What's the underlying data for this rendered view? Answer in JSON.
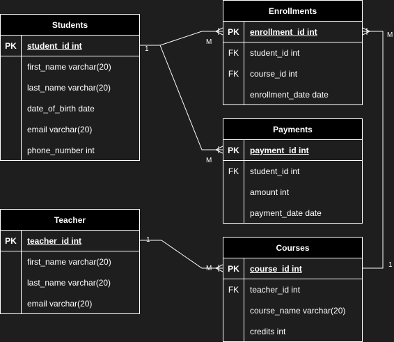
{
  "entities": {
    "students": {
      "title": "Students",
      "pk": {
        "key": "PK",
        "field": "student_id int"
      },
      "rows": [
        {
          "key": "",
          "field": "first_name varchar(20)"
        },
        {
          "key": "",
          "field": "last_name varchar(20)"
        },
        {
          "key": "",
          "field": "date_of_birth date"
        },
        {
          "key": "",
          "field": "email varchar(20)"
        },
        {
          "key": "",
          "field": "phone_number int"
        }
      ]
    },
    "enrollments": {
      "title": "Enrollments",
      "pk": {
        "key": "PK",
        "field": "enrollment_id int"
      },
      "rows": [
        {
          "key": "FK",
          "field": "student_id int"
        },
        {
          "key": "FK",
          "field": "course_id int"
        },
        {
          "key": "",
          "field": "enrollment_date date"
        }
      ]
    },
    "payments": {
      "title": "Payments",
      "pk": {
        "key": "PK",
        "field": "payment_id int"
      },
      "rows": [
        {
          "key": "FK",
          "field": "student_id int"
        },
        {
          "key": "",
          "field": "amount int"
        },
        {
          "key": "",
          "field": "payment_date date"
        }
      ]
    },
    "teacher": {
      "title": "Teacher",
      "pk": {
        "key": "PK",
        "field": "teacher_id int"
      },
      "rows": [
        {
          "key": "",
          "field": "first_name varchar(20)"
        },
        {
          "key": "",
          "field": "last_name varchar(20)"
        },
        {
          "key": "",
          "field": "email varchar(20)"
        }
      ]
    },
    "courses": {
      "title": "Courses",
      "pk": {
        "key": "PK",
        "field": "course_id int"
      },
      "rows": [
        {
          "key": "FK",
          "field": "teacher_id int"
        },
        {
          "key": "",
          "field": "course_name varchar(20)"
        },
        {
          "key": "",
          "field": "credits int"
        }
      ]
    }
  },
  "relationships": {
    "students_enrollments": {
      "one": "1",
      "many": "M"
    },
    "students_payments": {
      "many": "M"
    },
    "teacher_courses": {
      "one": "1",
      "many": "M"
    },
    "courses_enrollments": {
      "one": "1",
      "many": "M"
    }
  },
  "colors": {
    "background": "#1e1e1e",
    "header": "#000000",
    "line": "#ffffff",
    "text": "#ffffff"
  }
}
